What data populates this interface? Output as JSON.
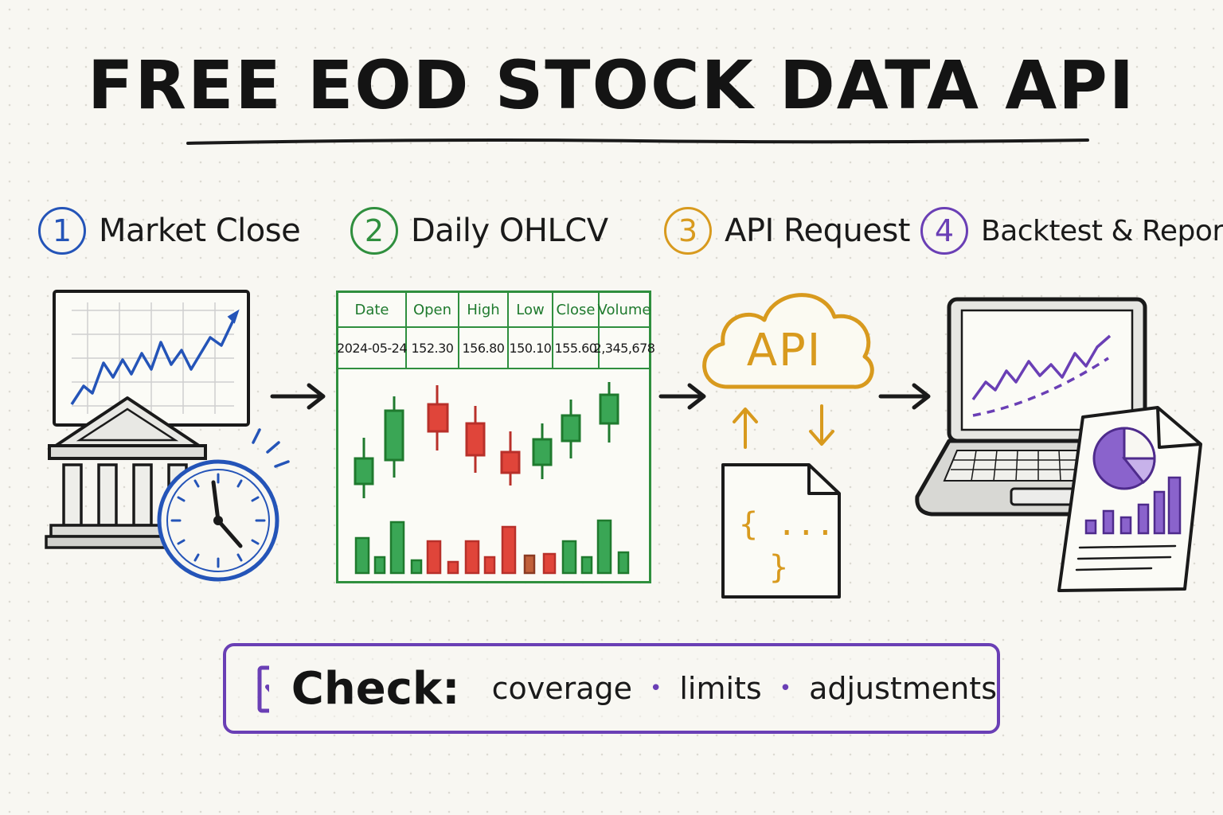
{
  "title": "FREE EOD STOCK DATA API",
  "steps": [
    {
      "number": "1",
      "label": "Market Close",
      "color": "#2454b8"
    },
    {
      "number": "2",
      "label": "Daily OHLCV",
      "color": "#2f8f3e"
    },
    {
      "number": "3",
      "label": "API Request",
      "color": "#d89a1e"
    },
    {
      "number": "4",
      "label": "Backtest & Report",
      "color": "#6a3fb5"
    }
  ],
  "table": {
    "headers": [
      "Date",
      "Open",
      "High",
      "Low",
      "Close",
      "Volume"
    ],
    "row": [
      "2024-05-24",
      "152.30",
      "156.80",
      "150.10",
      "155.60",
      "2,345,678"
    ]
  },
  "api_label": "API",
  "json_snippet": {
    "open": "{ ...",
    "close": "}"
  },
  "check": {
    "heading": "Check:",
    "items": [
      "coverage",
      "limits",
      "adjustments"
    ],
    "separator": "•"
  },
  "colors": {
    "blue": "#2454b8",
    "green": "#2f8f3e",
    "red": "#e0453a",
    "orange": "#d89a1e",
    "purple": "#6a3fb5",
    "ink": "#1a1a1a"
  },
  "icons": [
    "building-icon",
    "clock-icon",
    "line-chart-icon",
    "cloud-icon",
    "json-file-icon",
    "laptop-icon",
    "report-icon",
    "pie-chart-icon",
    "checkbox-icon",
    "arrow-right-icon"
  ]
}
